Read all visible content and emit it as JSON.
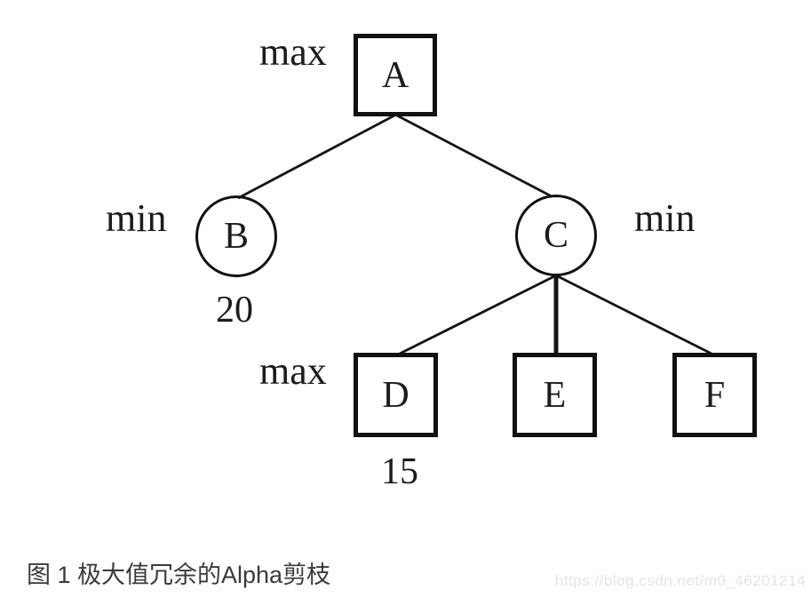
{
  "figure": {
    "caption": "图 1 极大值冗余的Alpha剪枝",
    "watermark": "https://blog.csdn.net/m0_46201214",
    "colors": {
      "background": "#ffffff",
      "line": "#151515",
      "node_border": "#111111",
      "caption_text": "#3a3a3a",
      "watermark_text": "#e4e4e9"
    }
  },
  "tree": {
    "nodes": [
      {
        "id": "A",
        "label": "A",
        "shape": "square",
        "role": "max"
      },
      {
        "id": "B",
        "label": "B",
        "shape": "circle",
        "role": "min"
      },
      {
        "id": "C",
        "label": "C",
        "shape": "circle",
        "role": "min"
      },
      {
        "id": "D",
        "label": "D",
        "shape": "square",
        "role": "max"
      },
      {
        "id": "E",
        "label": "E",
        "shape": "square",
        "role": "max"
      },
      {
        "id": "F",
        "label": "F",
        "shape": "square",
        "role": "max"
      }
    ],
    "edges": [
      {
        "from": "A",
        "to": "B",
        "emphasis": "normal"
      },
      {
        "from": "A",
        "to": "C",
        "emphasis": "normal"
      },
      {
        "from": "C",
        "to": "D",
        "emphasis": "normal"
      },
      {
        "from": "C",
        "to": "E",
        "emphasis": "bold"
      },
      {
        "from": "C",
        "to": "F",
        "emphasis": "normal"
      }
    ],
    "level_labels": [
      {
        "text": "max",
        "level": "root"
      },
      {
        "text": "min",
        "level": "second-left"
      },
      {
        "text": "min",
        "level": "second-right"
      },
      {
        "text": "max",
        "level": "leaves"
      }
    ],
    "values": [
      {
        "node": "B",
        "text": "20"
      },
      {
        "node": "D",
        "text": "15"
      }
    ]
  }
}
